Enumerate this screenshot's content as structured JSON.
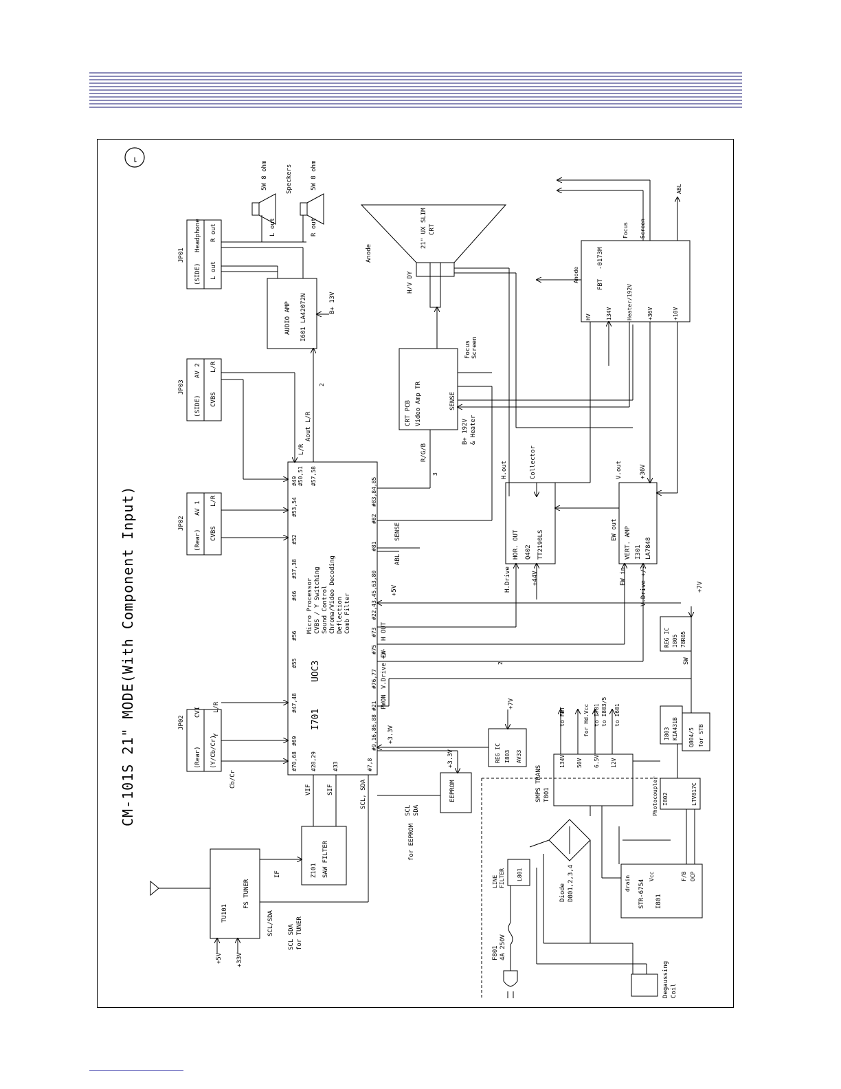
{
  "title": "CM-101S 21\" MODE(With Component Input)",
  "corner_symbol": "⌐",
  "colors": {
    "header_bar": "#8a8ab8",
    "footer_line": "#4a4ab0",
    "ink": "#000000"
  },
  "blocks": {
    "jp02_cvi": {
      "lines": [
        "(Rear)",
        "(Y/Cb/Cr)"
      ],
      "header": "JP02",
      "name": "CVI"
    },
    "jp02_av1": {
      "lines": [
        "(Rear)",
        "AV 1"
      ],
      "header": "JP02",
      "pins": [
        "CVBS",
        "L/R"
      ]
    },
    "jp03": {
      "lines": [
        "(SIDE)",
        "AV 2"
      ],
      "header": "JP03",
      "pins": [
        "CVBS",
        "L/R"
      ]
    },
    "jp01": {
      "lines": [
        "(SIDE)",
        "Headphone"
      ],
      "header": "JP01",
      "pins": [
        "L out",
        "R out"
      ]
    },
    "audio_amp": {
      "lines": [
        "AUDIO AMP",
        "I601  LA42072N"
      ],
      "supply": "B+ 13V"
    },
    "speakers": {
      "label": "Speckers",
      "upper": "5W 8 ohm",
      "lower": "5W 8 ohm",
      "l_out": "L out",
      "r_out": "R out"
    },
    "main_ic": {
      "ref": "I701",
      "name": "UOC3",
      "functions": [
        "Micro Processor",
        "CVBS / Y Switching",
        "Sound Control",
        "Chroma/Video Decoding",
        "Deflection",
        "Comb Filter"
      ],
      "left_pins": [
        "#70,68",
        "#69",
        "#47,48",
        "#55",
        "#56",
        "#46",
        "#37,38",
        "#52",
        "#53,54",
        "#49",
        "#50,51",
        "#57,58"
      ],
      "bottom_left_pins": [
        "#28,29",
        "#33"
      ],
      "right_pins": [
        "#7,8",
        "#9,16,86,88",
        "#21",
        "#76,77",
        "#75",
        "#73",
        "#22,43,45,63,80",
        "#81",
        "#82",
        "#83,84,85"
      ]
    },
    "tuner": {
      "ref": "TU101",
      "name": "FS TUNER",
      "supply_a": "+5V",
      "supply_b": "+33V",
      "bus": "SCL/SDA",
      "note": [
        "SCL SDA",
        "for TUNER"
      ],
      "if": "IF"
    },
    "saw": {
      "ref": "Z101",
      "name": "SAW FILTER",
      "vif": "VIF",
      "sif": "SIF"
    },
    "eeprom": {
      "name": "EEPROM",
      "supply": "+3.3V",
      "note": [
        "SCL",
        "SDA"
      ],
      "note2": "for EEPROM",
      "bus": "SCL, SDA"
    },
    "reg_av33": {
      "lines": [
        "REG IC",
        "I803",
        "AV33"
      ],
      "supply": "+7V",
      "out": "+3.3V"
    },
    "crt_pcb": {
      "lines": [
        "CRT PCB",
        "Video Amp TR"
      ],
      "sense": "SENSE",
      "focus": "Focus",
      "screen": "Screen",
      "b_plus": [
        "B+ 192V",
        "& Heater"
      ],
      "rgb": "R/G/B"
    },
    "crt": {
      "name": "21\" UX SLIM",
      "sub": "CRT",
      "dy": "H/V DY",
      "anode": "Anode"
    },
    "fbt": {
      "lines": [
        "FBT",
        "-0173M"
      ],
      "pins": [
        "HV",
        "134V",
        "Heater/192V",
        "+36V",
        "+10V"
      ],
      "top": [
        "Anode",
        "Focus",
        "Screen"
      ],
      "abl": "ABL"
    },
    "hor_out": {
      "lines": [
        "HOR. OUT",
        "Q402",
        "TT2190LS"
      ],
      "supply": "+44V",
      "h_drive": "H.Drive",
      "h_out": "H.out",
      "collector": "Collector"
    },
    "vert_amp": {
      "lines": [
        "VERT. AMP",
        "I301",
        "LA7848"
      ],
      "ew_out": "EW out",
      "ew_in": "EW in",
      "v_drive": "V.Drive +/-",
      "v_out": "V.out",
      "supply": "+36V"
    },
    "reg_7805": {
      "lines": [
        "REG IC",
        "I805",
        "78R05"
      ],
      "supply": "+7V",
      "sw": "SW"
    },
    "signals": {
      "plus5v": "+5V",
      "abl": "ABL",
      "sense": "SENSE",
      "h_out": "H OUT",
      "ew": "EW",
      "v_drive": "V.Drive +/-",
      "pwon": "PWON",
      "aout": "Aout L/R",
      "lr": "L/R",
      "y": "Y",
      "cbcr": "Cb/Cr"
    },
    "smps": {
      "lines": [
        "SMPS TRANS",
        "T801"
      ],
      "outs": [
        "134V",
        "50V",
        "6.5V",
        "12V"
      ],
      "dest": [
        "to FBT",
        "for Hd.Vcc",
        "to I701",
        "to I803/5",
        "to I601"
      ]
    },
    "photocoupler": {
      "label": "Photocoupler",
      "ref": "I802",
      "part": "LTV817C"
    },
    "i803_ki": {
      "lines": [
        "I803",
        "KIA431B"
      ]
    },
    "q804": {
      "lines": [
        "Q804/5",
        "for STB"
      ]
    },
    "str": {
      "lines": [
        "STR-6754",
        "I801"
      ],
      "pins": [
        "drain",
        "Vcc",
        "F/B",
        "OCP"
      ]
    },
    "line_filter": {
      "label": [
        "LINE",
        "FILTER"
      ],
      "ref": "L801"
    },
    "diode": {
      "label": [
        "Diode",
        "D801,2,3,4"
      ]
    },
    "fuse": {
      "label": [
        "F801",
        "4A 250V"
      ]
    },
    "degauss": {
      "label": [
        "Degaussing",
        "Coil"
      ]
    },
    "bus_counts": {
      "two": "2",
      "three": "3"
    }
  }
}
